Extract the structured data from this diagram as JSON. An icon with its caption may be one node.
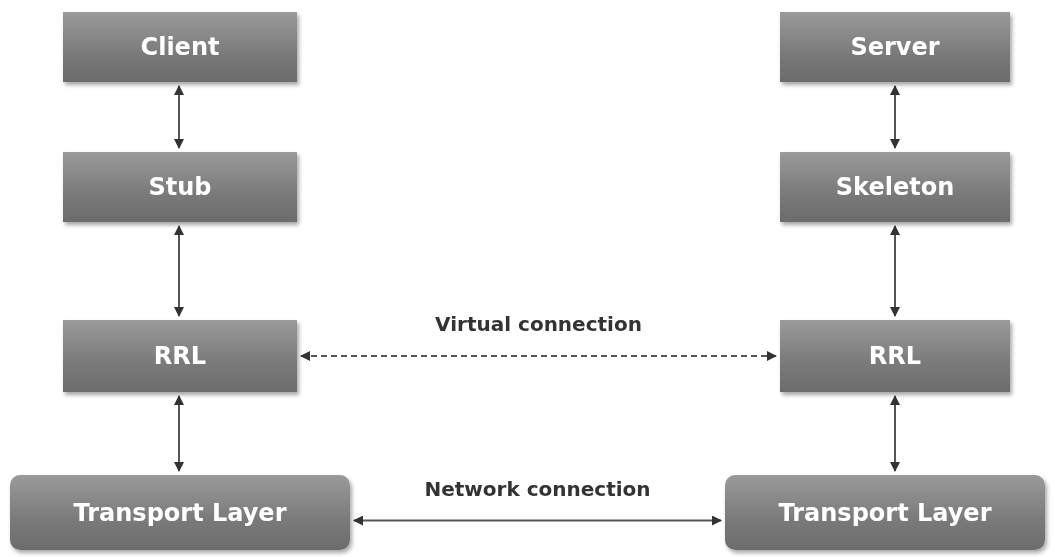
{
  "diagram": {
    "nodes": [
      {
        "text": [
          "Client"
        ]
      },
      {
        "text": [
          "Stub"
        ]
      },
      {
        "text": [
          "RRL"
        ]
      },
      {
        "text": [
          "Transport Layer"
        ]
      },
      {
        "text": [
          "Server"
        ]
      },
      {
        "text": [
          "Skeleton"
        ]
      },
      {
        "text": [
          "RRL"
        ]
      },
      {
        "text": [
          "Transport Layer"
        ]
      }
    ],
    "edges": [
      {
        "from": 0,
        "to": 1,
        "arrow": "both"
      },
      {
        "from": 1,
        "to": 2,
        "arrow": "both"
      },
      {
        "from": 2,
        "to": 3,
        "arrow": "both"
      },
      {
        "from": 4,
        "to": 5,
        "arrow": "both"
      },
      {
        "from": 5,
        "to": 6,
        "arrow": "both"
      },
      {
        "from": 6,
        "to": 7,
        "arrow": "both"
      },
      {
        "from": 2,
        "to": 6,
        "arrow": "both",
        "label": "Virtual connection",
        "style": "dashed"
      },
      {
        "from": 3,
        "to": 7,
        "arrow": "both",
        "label": "Network connection"
      }
    ]
  }
}
